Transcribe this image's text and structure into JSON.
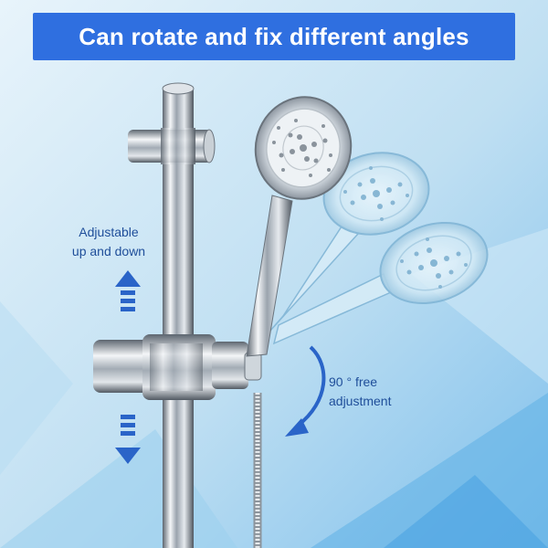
{
  "banner": {
    "title": "Can rotate and fix different angles"
  },
  "annotations": {
    "vertical_line1": "Adjustable",
    "vertical_line2": "up and down",
    "rotation_line1": "90 ° free",
    "rotation_line2": "adjustment"
  },
  "colors": {
    "banner_bg": "#2f6fe0",
    "arrow_blue": "#2a64c8",
    "label_blue": "#1f4e9a"
  },
  "icons": {
    "up": "arrow-up-icon",
    "down": "arrow-down-icon",
    "rotate": "curved-rotation-arrow-icon"
  }
}
